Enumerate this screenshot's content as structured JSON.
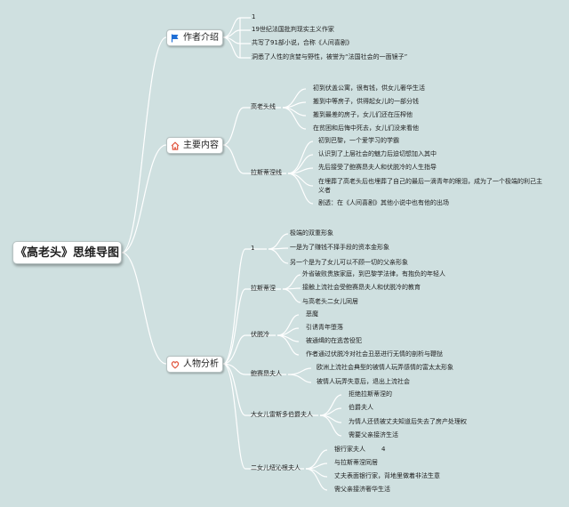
{
  "root": {
    "title": "《高老头》思维导图"
  },
  "sections": {
    "author": {
      "label": "作者介绍",
      "icon": "flag-icon",
      "items": [
        "1",
        "19世纪法国批判现实主义作家",
        "共写了91部小说，合称《人间喜剧》",
        "洞悉了人性的贪婪与野性，被誉为“法国社会的一面镜子”"
      ]
    },
    "content": {
      "label": "主要内容",
      "icon": "home-icon",
      "goriot": {
        "label": "高老头线",
        "items": [
          "初到伏盖公寓，很有钱，供女儿奢华生活",
          "搬到中等房子，供得起女儿的一部分钱",
          "搬到最差的房子，女儿们还在压榨他",
          "在贫困和后悔中死去，女儿们没来看他"
        ]
      },
      "rastignac": {
        "label": "拉斯蒂涅线",
        "items": [
          "初到巴黎，一个爱学习的学霸",
          "认识到了上层社会的魅力后迫切想加入其中",
          "先后接受了鲍赛昂夫人和伏脱冷的人生指导",
          "在埋葬了高老头后也埋葬了自己的最后一滴青年的眼泪，成为了一个极端的利己主义者",
          "剧透：在《人间喜剧》其他小说中也有他的出场"
        ]
      }
    },
    "characters": {
      "label": "人物分析",
      "icon": "heart-icon",
      "first": {
        "label": "1",
        "items": [
          "极端的双重形象",
          "一是为了赚钱不择手段的资本金形象",
          "另一个是为了女儿可以不顾一切的父亲形象"
        ]
      },
      "rastignac": {
        "label": "拉斯蒂涅",
        "items": [
          "外省破败贵族家庭，到巴黎学法律，有抱负的年轻人",
          "接触上流社会受鲍赛昂夫人和伏脱冷的教育",
          "与高老头二女儿同居"
        ]
      },
      "vautrin": {
        "label": "伏脱冷",
        "items": [
          "恶魔",
          "引诱青年堕落",
          "被通缉的在逃苦役犯",
          "作者通过伏脱冷对社会丑恶进行无情的剖析与鞭挞"
        ]
      },
      "beauseant": {
        "label": "鲍赛昂夫人",
        "items": [
          "欧洲上流社会典型的被情人玩弄感情的富太太形象",
          "被情人玩弄失意后，退出上流社会"
        ]
      },
      "anastasie": {
        "label": "大女儿雷斯多伯爵夫人",
        "items": [
          "拒绝拉斯蒂涅的",
          "伯爵夫人",
          "为情人还债被丈夫知道后失去了房产处理权",
          "需要父亲接济生活"
        ]
      },
      "delphine": {
        "label": "二女儿纽沁根夫人",
        "items": [
          "银行家夫人",
          "与拉斯蒂涅同居",
          "丈夫表面银行家，背地里做着非法生意",
          "需父亲接济奢华生活"
        ],
        "note": "4"
      }
    }
  },
  "colors": {
    "background": "#cfe0e0",
    "line": "#ffffff",
    "flag": "#1f6fd6",
    "home": "#e0523a",
    "heart": "#e0523a"
  }
}
